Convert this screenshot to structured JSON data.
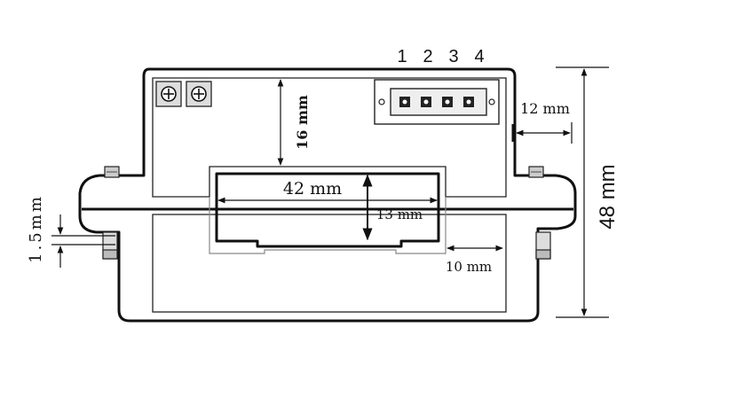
{
  "drawing": {
    "pins": [
      "1",
      "2",
      "3",
      "4"
    ],
    "dimensions": {
      "d16": "16 mm",
      "d42": "42 mm",
      "d13": "13 mm",
      "d12": "12 mm",
      "d10": "10 mm",
      "d48": "48 mm",
      "d1_5": "1.5mm"
    }
  }
}
